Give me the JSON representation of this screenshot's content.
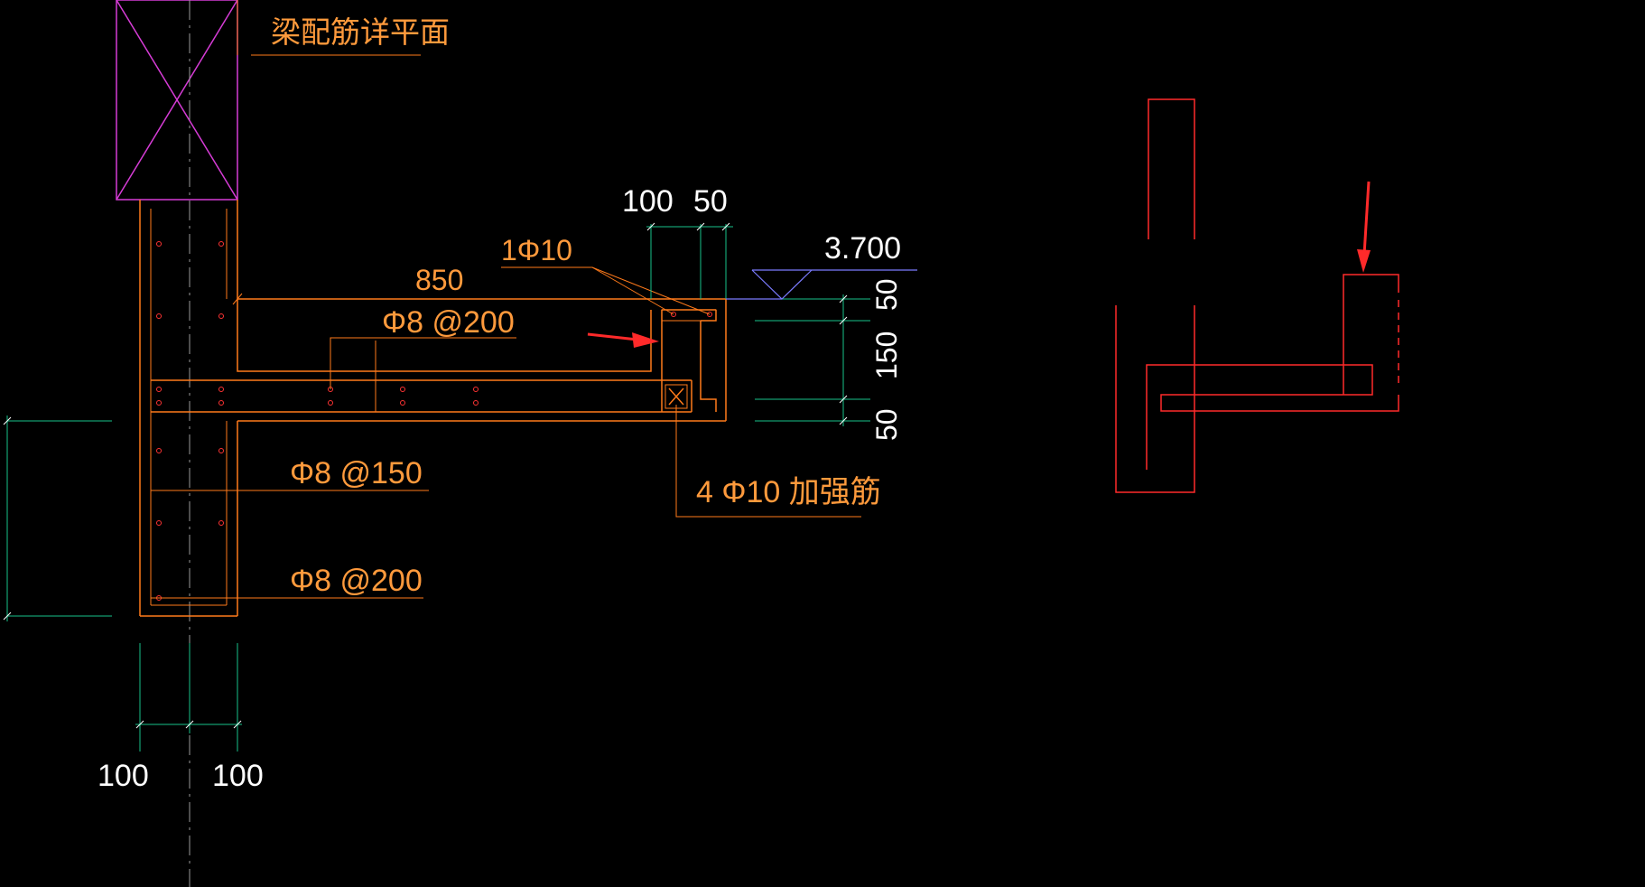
{
  "labels": {
    "title_note": "梁配筋详平面",
    "dim_850": "850",
    "stirrup_top": "Φ8 @200",
    "bar_1phi10": "1Φ10",
    "dim_100_top": "100",
    "dim_50_top": "50",
    "elevation": "3.700",
    "dim_v50_top": "50",
    "dim_v150": "150",
    "dim_v50_bottom": "50",
    "stirrup_mid": "Φ8 @150",
    "stirrup_low": "Φ8 @200",
    "reinforcement": "4 Φ10 加强筋",
    "dim_100_left": "100",
    "dim_100_right": "100"
  },
  "colors": {
    "background": "#000000",
    "outline": "#ff7a1a",
    "text": "#ff9a3c",
    "column": "#d63cd6",
    "dim": "#19c28a",
    "dim_text": "#ffffff",
    "bar": "#ff3333",
    "arrow": "#ff2a2a",
    "elev": "#7b7bff",
    "center": "#9a9a9a"
  }
}
